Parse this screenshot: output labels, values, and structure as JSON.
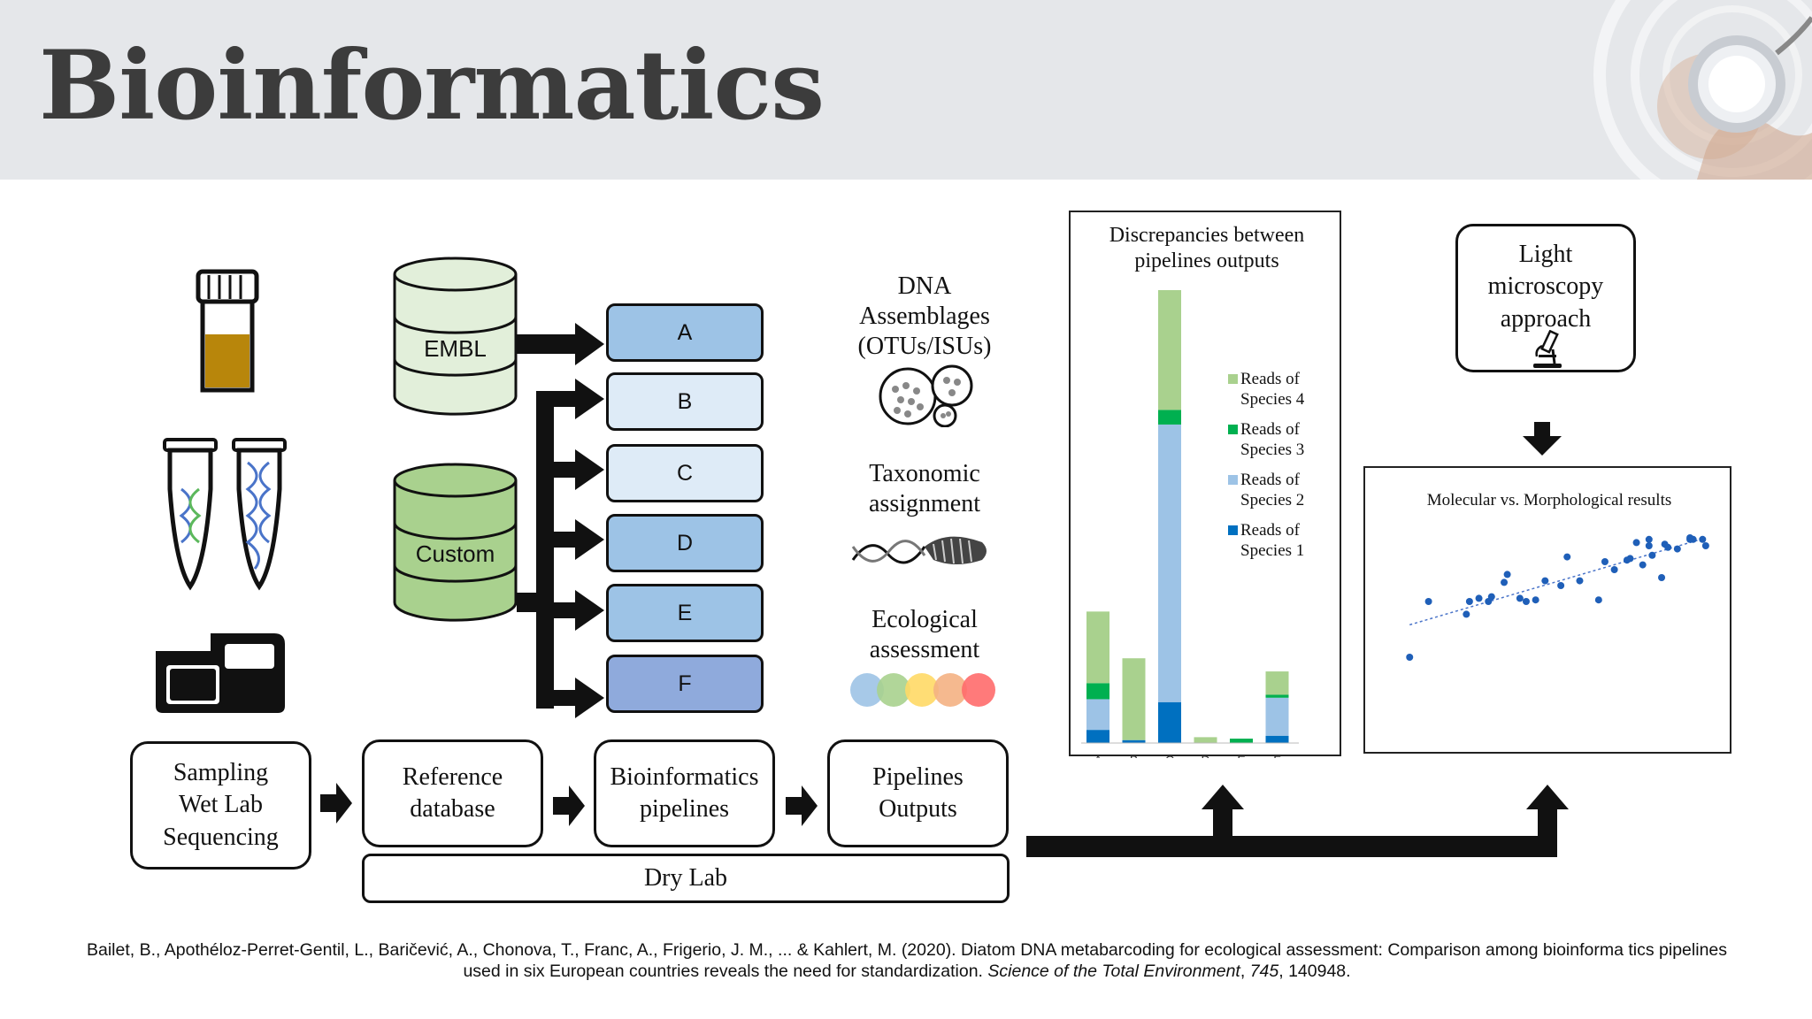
{
  "slide": {
    "title": "Bioinformatics",
    "citation": {
      "authors": "Bailet, B., Apothéloz-Perret-Gentil, L., Baričević, A., Chonova, T., Franc, A., Frigerio, J. M., ... & Kahlert, M. (2020). Diatom DNA metabarcoding for ecological assessment: Comparison among bioinforma tics pipelines used in six European countries reveals the need for standardization.",
      "journal": "Science of the Total Environment",
      "volume": "745",
      "article": ", 140948."
    }
  },
  "diagram": {
    "databases": {
      "embl": "EMBL",
      "custom": "Custom"
    },
    "pipelines": [
      "A",
      "B",
      "C",
      "D",
      "E",
      "F"
    ],
    "outputs": {
      "dna": "DNA\nAssemblages\n(OTUs/ISUs)",
      "taxonomic": "Taxonomic\nassignment",
      "ecological": "Ecological\nassessment"
    },
    "steps": {
      "sampling": "Sampling\nWet Lab\nSequencing",
      "reference": "Reference\ndatabase",
      "bioinformatics": "Bioinformatics\npipelines",
      "outputs": "Pipelines\nOutputs",
      "drylab": "Dry Lab"
    },
    "light_microscopy": "Light\nmicroscopy\napproach",
    "colors": {
      "species4": "#a9d18e",
      "species3": "#00b050",
      "species2": "#9dc3e6",
      "species1": "#0070c0",
      "db_light": "#e2efda",
      "db_dark": "#a9d18e"
    }
  },
  "chart_data": [
    {
      "type": "bar",
      "title": "Discrepancies between\npipelines outputs",
      "categories": [
        "A",
        "B",
        "C",
        "D",
        "E",
        "F"
      ],
      "stacked": true,
      "series": [
        {
          "name": "Reads of\nSpecies 1",
          "color": "#0070c0",
          "values": [
            9,
            2,
            28,
            0,
            0,
            5
          ]
        },
        {
          "name": "Reads of\nSpecies 2",
          "color": "#9dc3e6",
          "values": [
            21,
            0,
            190,
            0,
            0,
            26
          ]
        },
        {
          "name": "Reads of\nSpecies 3",
          "color": "#00b050",
          "values": [
            11,
            0,
            10,
            0,
            3,
            2
          ]
        },
        {
          "name": "Reads of\nSpecies 4",
          "color": "#a9d18e",
          "values": [
            49,
            56,
            82,
            4,
            0,
            16
          ]
        }
      ],
      "ylim": [
        0,
        310
      ],
      "grid": false,
      "legend": "right"
    },
    {
      "type": "scatter",
      "title": "Molecular vs. Morphological results",
      "trendline": true,
      "xlim": [
        0,
        100
      ],
      "ylim": [
        0,
        100
      ],
      "points": [
        [
          4,
          20
        ],
        [
          10,
          55
        ],
        [
          22,
          47
        ],
        [
          23,
          55
        ],
        [
          26,
          57
        ],
        [
          29,
          55
        ],
        [
          30,
          58
        ],
        [
          34,
          67
        ],
        [
          35,
          72
        ],
        [
          39,
          57
        ],
        [
          41,
          55
        ],
        [
          44,
          56
        ],
        [
          47,
          68
        ],
        [
          52,
          65
        ],
        [
          54,
          83
        ],
        [
          58,
          68
        ],
        [
          64,
          56
        ],
        [
          66,
          80
        ],
        [
          69,
          75
        ],
        [
          73,
          81
        ],
        [
          74,
          82
        ],
        [
          76,
          92
        ],
        [
          80,
          90
        ],
        [
          81,
          84
        ],
        [
          84,
          70
        ],
        [
          85,
          91
        ],
        [
          89,
          88
        ],
        [
          93,
          95
        ],
        [
          94,
          94
        ],
        [
          97,
          94
        ],
        [
          98,
          90
        ],
        [
          93,
          94
        ],
        [
          80,
          94
        ],
        [
          78,
          78
        ],
        [
          86,
          89
        ]
      ]
    }
  ]
}
